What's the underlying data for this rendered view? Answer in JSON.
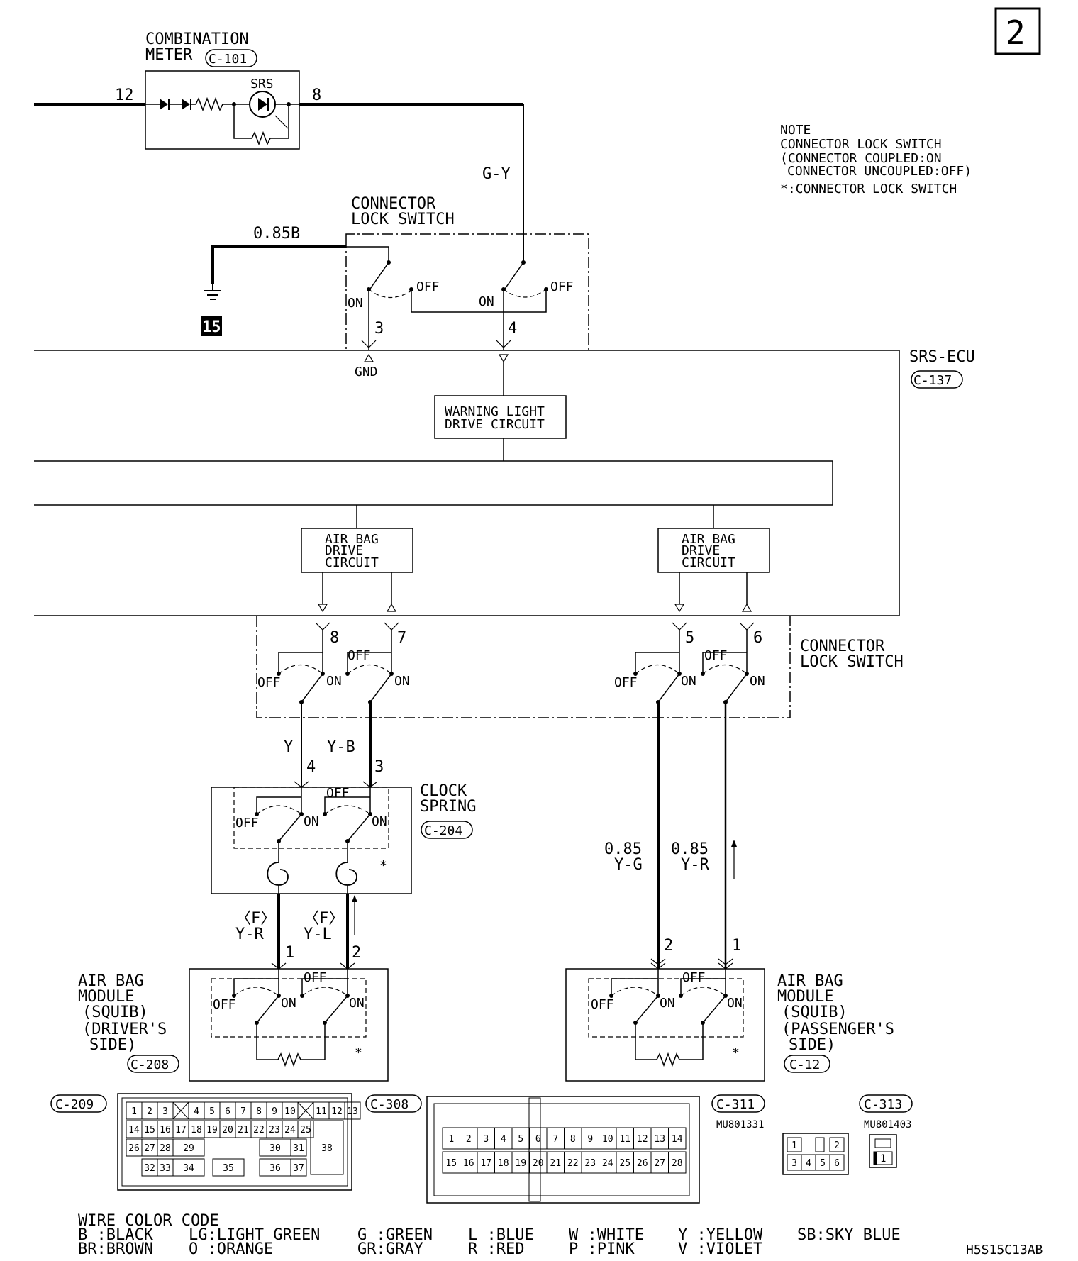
{
  "page_badge": "2",
  "diagram_code": "H5S15C13AB",
  "note": {
    "title": "NOTE",
    "line1": "CONNECTOR LOCK SWITCH",
    "line2": "(CONNECTOR COUPLED:ON",
    "line3": "CONNECTOR UNCOUPLED:OFF)",
    "line4": "*:CONNECTOR LOCK SWITCH"
  },
  "combination_meter": {
    "name1": "COMBINATION",
    "name2": "METER",
    "connector": "C-101",
    "pin_in": "12",
    "pin_out": "8",
    "lamp": "SRS"
  },
  "ground": {
    "wire": "0.85B",
    "number": "15"
  },
  "top_lock_switch": {
    "name1": "CONNECTOR",
    "name2": "LOCK SWITCH",
    "pin_gnd": "3",
    "pin_warn": "4",
    "wire_warn": "G-Y"
  },
  "srs_ecu": {
    "name": "SRS-ECU",
    "connector": "C-137",
    "gnd_label": "GND",
    "warning_circuit": [
      "WARNING LIGHT",
      "DRIVE CIRCUIT"
    ]
  },
  "air_bag_drive_circuit": [
    "AIR BAG",
    "DRIVE",
    "CIRCUIT"
  ],
  "ecu_pins": {
    "driver_a": "8",
    "driver_b": "7",
    "passenger_a": "5",
    "passenger_b": "6"
  },
  "mid_lock_switch": {
    "name1": "CONNECTOR",
    "name2": "LOCK SWITCH"
  },
  "switch_labels": {
    "on": "ON",
    "off": "OFF",
    "star": "*"
  },
  "clock_spring": {
    "name1": "CLOCK",
    "name2": "SPRING",
    "connector": "C-204",
    "pin_a": "4",
    "pin_b": "3",
    "wire_a": "Y",
    "wire_b": "Y-B"
  },
  "driver_wires": {
    "tag": "〈F〉",
    "wire_a": "Y-R",
    "wire_b": "Y-L",
    "pin_a": "1",
    "pin_b": "2"
  },
  "passenger_wires": {
    "size_a": "0.85",
    "color_a": "Y-G",
    "size_b": "0.85",
    "color_b": "Y-R",
    "pin_a": "2",
    "pin_b": "1"
  },
  "driver_module": {
    "lines": [
      "AIR BAG",
      "MODULE",
      "(SQUIB)",
      "(DRIVER'S",
      "SIDE)"
    ],
    "connector": "C-208"
  },
  "passenger_module": {
    "lines": [
      "AIR BAG",
      "MODULE",
      "(SQUIB)",
      "(PASSENGER'S",
      "SIDE)"
    ],
    "connector": "C-12"
  },
  "connectors": {
    "c209": {
      "id": "C-209",
      "row1": [
        "1",
        "2",
        "3",
        "4",
        "5",
        "6",
        "7",
        "8",
        "9",
        "10",
        "11",
        "12",
        "13"
      ],
      "row2": [
        "14",
        "15",
        "16",
        "17",
        "18",
        "19",
        "20",
        "21",
        "22",
        "23",
        "24",
        "25"
      ],
      "row3": [
        "26",
        "27",
        "28",
        "29",
        "30",
        "31",
        "38"
      ],
      "row4": [
        "32",
        "33",
        "34",
        "35",
        "36",
        "37"
      ]
    },
    "c308": {
      "id": "C-308",
      "row1": [
        "1",
        "2",
        "3",
        "4",
        "5",
        "6",
        "7",
        "8",
        "9",
        "10",
        "11",
        "12",
        "13",
        "14"
      ],
      "row2": [
        "15",
        "16",
        "17",
        "18",
        "19",
        "20",
        "21",
        "22",
        "23",
        "24",
        "25",
        "26",
        "27",
        "28"
      ]
    },
    "c311": {
      "id": "C-311",
      "part": "MU801331",
      "pins": [
        "1",
        "2",
        "3",
        "4",
        "5",
        "6"
      ]
    },
    "c313": {
      "id": "C-313",
      "part": "MU801403",
      "pins": [
        "1"
      ]
    }
  },
  "legend": {
    "title": "WIRE COLOR CODE",
    "items": [
      "B :BLACK",
      "BR:BROWN",
      "LG:LIGHT GREEN",
      "O :ORANGE",
      "G :GREEN",
      "GR:GRAY",
      "L :BLUE",
      "R :RED",
      "W :WHITE",
      "P :PINK",
      "Y :YELLOW",
      "V :VIOLET",
      "SB:SKY BLUE"
    ]
  }
}
